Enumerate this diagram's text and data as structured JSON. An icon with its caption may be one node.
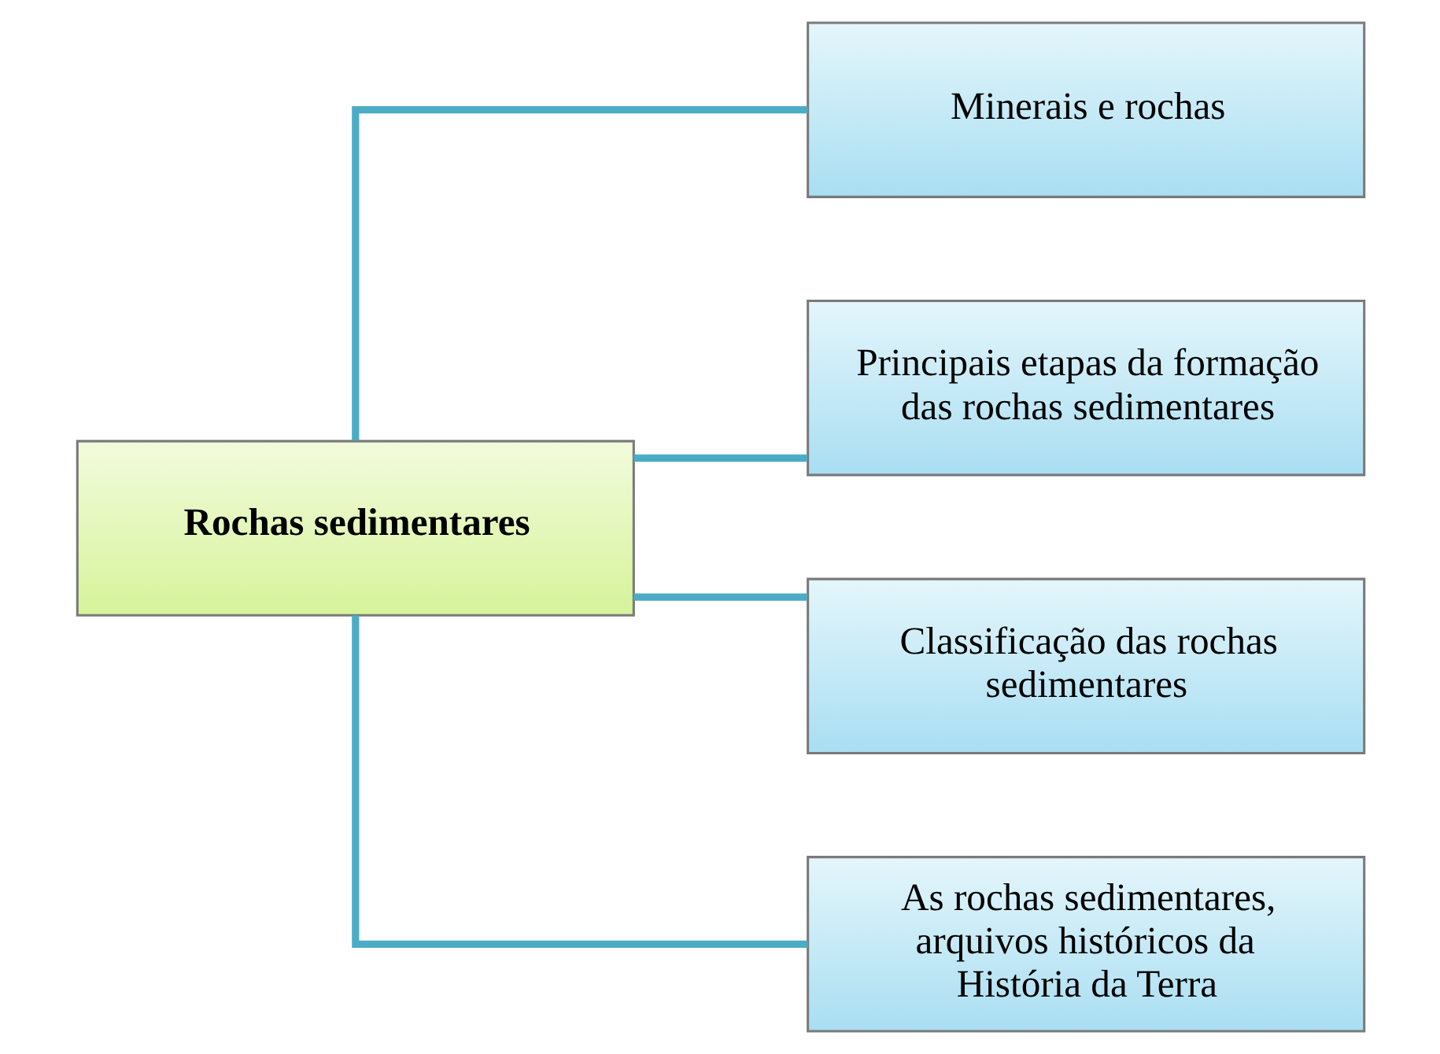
{
  "diagram": {
    "nodes": [
      {
        "text": [
          "Rochas sedimentares"
        ]
      },
      {
        "text": [
          "Minerais e rochas"
        ]
      },
      {
        "text": [
          "Principais etapas da formação das rochas sedimentares"
        ]
      },
      {
        "text": [
          "Classificação das rochas sedimentares"
        ]
      },
      {
        "text": [
          "As rochas sedimentares, arquivos históricos da História da Terra"
        ]
      }
    ],
    "edges": [
      {
        "from": 0,
        "to": 1,
        "arrow": "none"
      },
      {
        "from": 0,
        "to": 2,
        "arrow": "none"
      },
      {
        "from": 0,
        "to": 3,
        "arrow": "none"
      },
      {
        "from": 0,
        "to": 4,
        "arrow": "none"
      }
    ]
  }
}
